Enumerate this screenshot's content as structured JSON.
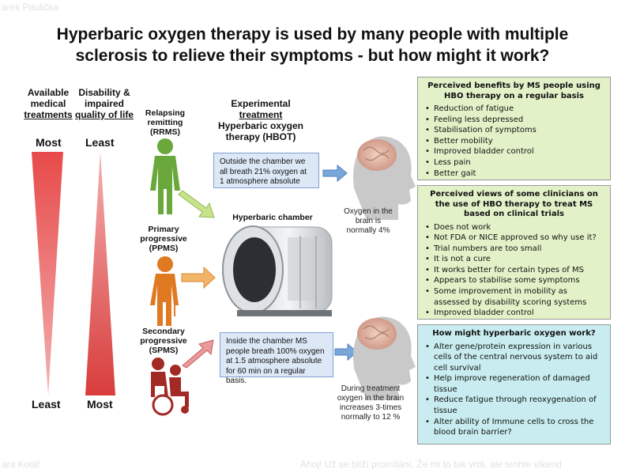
{
  "background_text": {
    "top_left": "arek Paulička",
    "bottom_left": "ara Kolář",
    "bottom_right": "Ahoj! Už se blíží promítání, Že mi to tak vrtá, ale tenhle víkend"
  },
  "title": "Hyperbaric oxygen therapy is used by many people with multiple sclerosis to relieve their symptoms - but how might it work?",
  "columns": {
    "treatments": {
      "line1": "Available",
      "line2": "medical",
      "line3": "treatments"
    },
    "disability": {
      "line1": "Disability &",
      "line2": "impaired",
      "line3": "quality of life"
    }
  },
  "scale": {
    "treatments_top": "Most",
    "treatments_bottom": "Least",
    "disability_top": "Least",
    "disability_bottom": "Most"
  },
  "ms_types": {
    "rrms": {
      "line1": "Relapsing",
      "line2": "remitting",
      "line3": "(RRMS)"
    },
    "ppms": {
      "line1": "Primary",
      "line2": "progressive",
      "line3": "(PPMS)"
    },
    "spms": {
      "line1": "Secondary",
      "line2": "progressive",
      "line3": "(SPMS)"
    }
  },
  "experimental": {
    "line1": "Experimental",
    "line2": "treatment",
    "line3": "Hyperbaric oxygen",
    "line4": "therapy (HBOT)"
  },
  "chamber_label": "Hyperbaric chamber",
  "outside_box": "Outside the chamber we all breath 21% oxygen  at 1 atmosphere absolute",
  "inside_box": "Inside the chamber MS people breath 100% oxygen at 1.5 atmosphere absolute for 60 min on a regular basis.",
  "oxygen_normal": "Oxygen in the brain is normally 4%",
  "oxygen_treatment": "During treatment oxygen in the brain increases 3-times normally to 12 %",
  "panel_benefits": {
    "title": "Perceived benefits by MS people using HBO therapy on a regular basis",
    "items": [
      "Reduction of fatigue",
      "Feeling less depressed",
      "Stabilisation of symptoms",
      "Better mobility",
      "Improved bladder control",
      "Less pain",
      "Better gait"
    ]
  },
  "panel_clinicians": {
    "title": "Perceived views of some clinicians on the use of  HBO therapy to treat MS based on clinical trials",
    "items": [
      "Does not work",
      "Not FDA or NICE approved so why use it?",
      "Trial numbers are too small",
      "It is not a cure",
      "It works better for certain types of MS",
      "Appears to stabilise some symptoms",
      "Some improvement in mobility as assessed by disability scoring systems",
      "Improved bladder control"
    ]
  },
  "panel_mechanism": {
    "title": "How might hyperbaric oxygen work?",
    "items": [
      "Alter gene/protein expression in various cells of the central nervous system to aid cell survival",
      "Help improve regeneration of damaged tissue",
      "Reduce fatigue through reoxygenation of tissue",
      "Alter ability of Immune cells to cross the blood brain barrier?"
    ]
  },
  "colors": {
    "green_figure": "#6aa83c",
    "orange_figure": "#e07a22",
    "red_figure": "#a32a24",
    "wedge_red": "#dd5555",
    "arrow_blue": "#5b9bd5"
  }
}
